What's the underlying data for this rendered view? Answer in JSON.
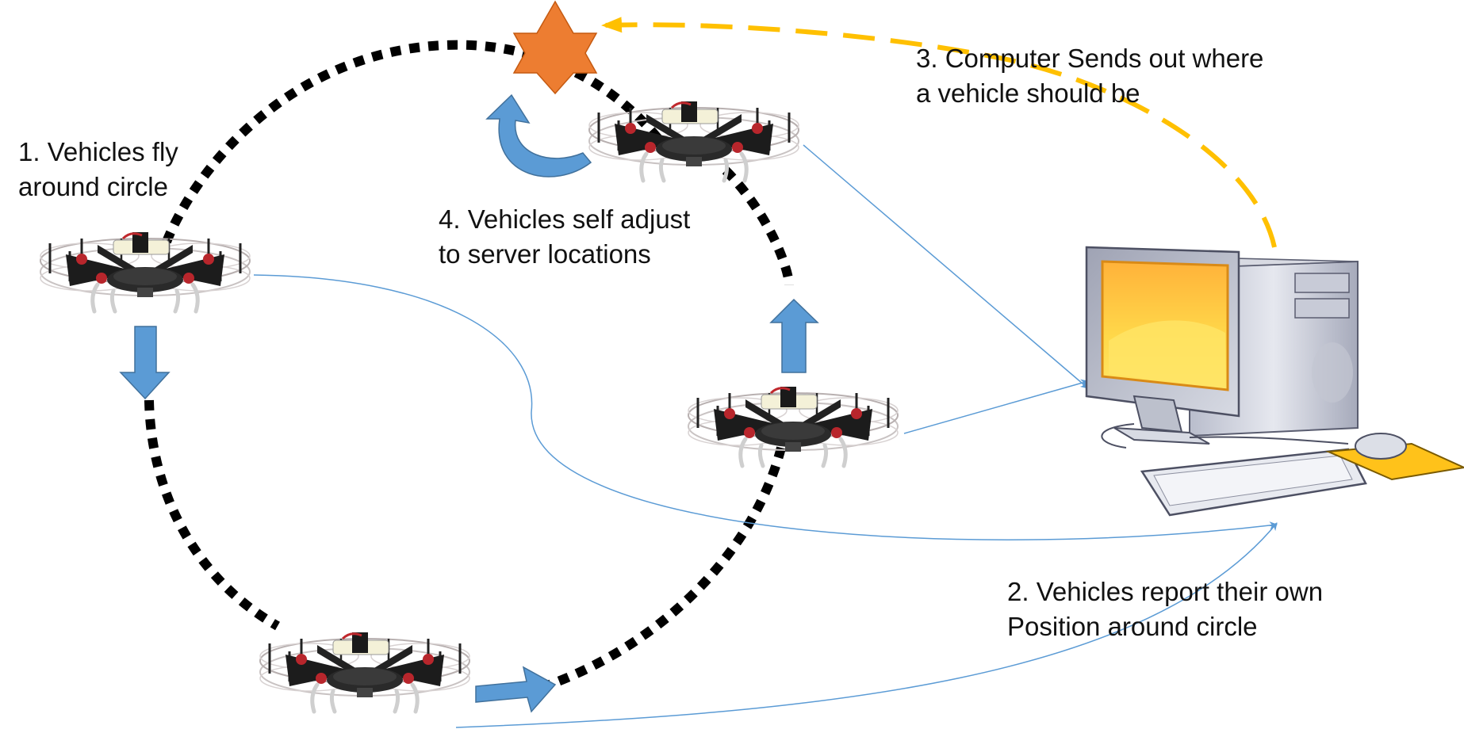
{
  "labels": {
    "step1": "1. Vehicles fly\naround circle",
    "step2": "2. Vehicles report their own\nPosition around circle",
    "step3": "3. Computer Sends out where\na vehicle should be",
    "step4": "4. Vehicles self adjust\nto server locations"
  },
  "icons": {
    "target": "star-icon",
    "vehicle": "quadcopter-icon",
    "server": "desktop-computer-icon"
  },
  "colors": {
    "circle_path": "#000000",
    "target_star": "#ED7D31",
    "command_arrow": "#FFC000",
    "report_lines": "#5B9BD5",
    "motion_arrows": "#5B9BD5",
    "screen": "#FFD23F"
  }
}
